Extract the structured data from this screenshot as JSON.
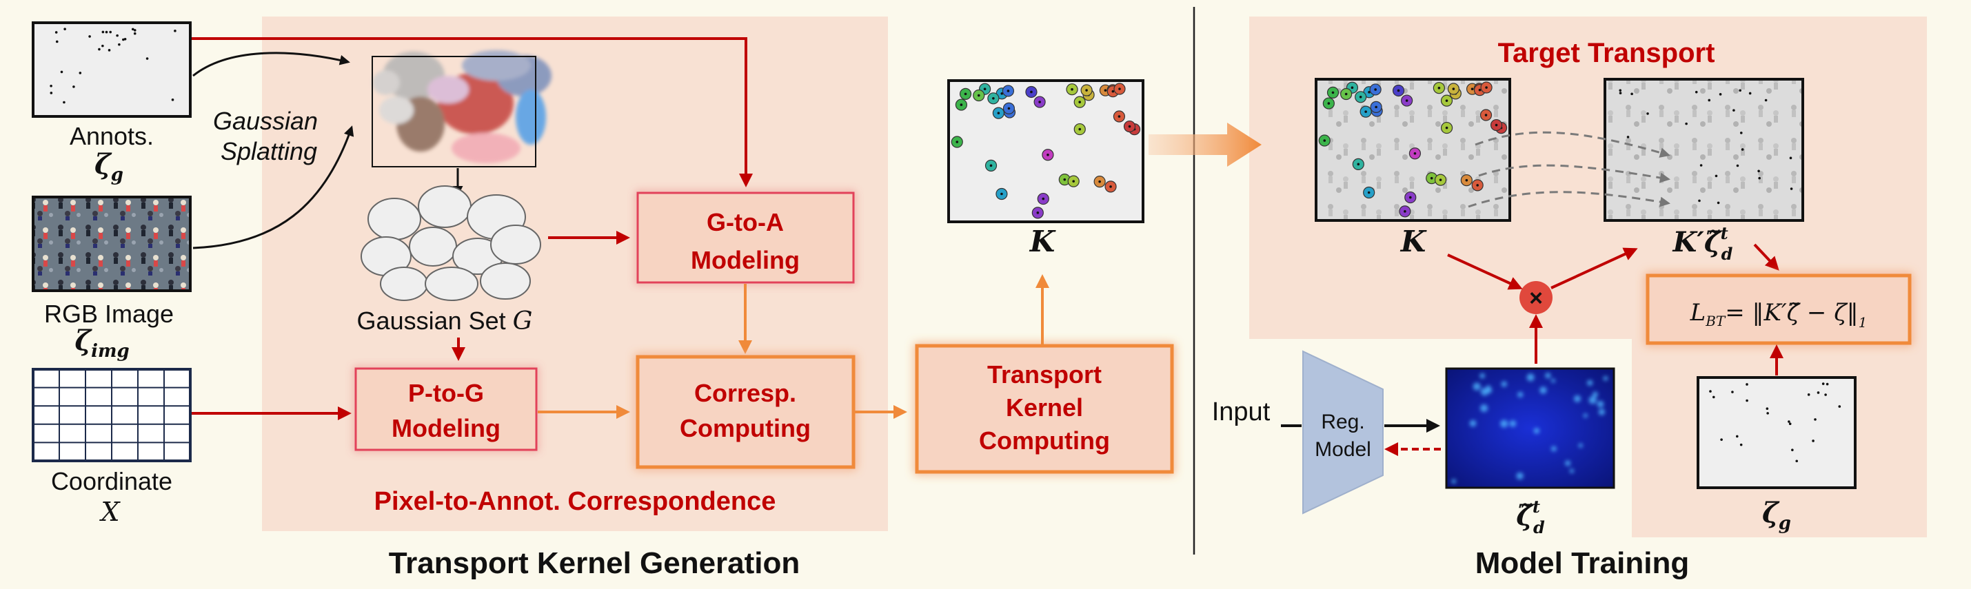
{
  "left_section": {
    "title": "Transport Kernel Generation",
    "panel_caption": "Pixel-to-Annot. Correspondence"
  },
  "right_section": {
    "title": "Model Training",
    "target_panel_title": "Target Transport"
  },
  "inputs": {
    "annots_label": "Annots.",
    "annots_symbol": "ζ",
    "annots_sub": "g",
    "rgb_label": "RGB Image",
    "rgb_symbol": "ζ",
    "rgb_sub": "img",
    "coord_label": "Coordinate",
    "coord_symbol": "X"
  },
  "gaussian": {
    "splatting_line1": "Gaussian",
    "splatting_line2": "Splatting",
    "set_label": "Gaussian Set",
    "set_symbol": "G"
  },
  "boxes": {
    "g2a_line1": "G-to-A",
    "g2a_line2": "Modeling",
    "p2g_line1": "P-to-G",
    "p2g_line2": "Modeling",
    "corresp_line1": "Corresp.",
    "corresp_line2": "Computing",
    "tk_line1": "Transport",
    "tk_line2": "Kernel",
    "tk_line3": "Computing"
  },
  "kernel": {
    "symbol": "K"
  },
  "training": {
    "input_label": "Input",
    "model_line1": "Reg.",
    "model_line2": "Model",
    "pred_symbol": "ζ̃",
    "pred_sup": "t",
    "pred_sub": "d",
    "kernel_symbol": "K",
    "transported_symbol": "K′ζ̃",
    "transported_sup": "t",
    "transported_sub": "d",
    "loss_text": "L",
    "loss_sub": "BT",
    "loss_rhs": "= ‖K′ζ̃ − ζ‖",
    "loss_norm_sub": "1",
    "gt_symbol": "ζ",
    "gt_sub": "g"
  },
  "colors": {
    "background": "#fbf9ec",
    "panel_fill": "#f8e1d3",
    "red_accent": "#c00000",
    "orange_accent": "#f08a3a",
    "box_fill": "#f7d4c2"
  }
}
